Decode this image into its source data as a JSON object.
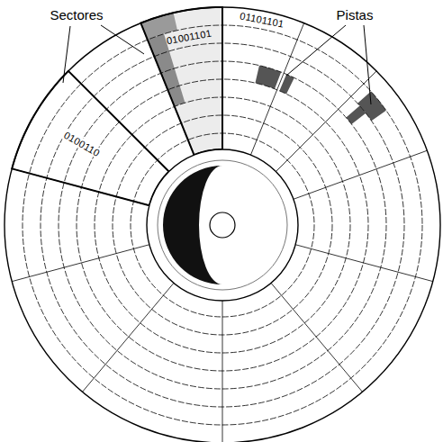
{
  "diagram": {
    "labels": [
      "Sectores",
      "Pistas",
      "01001101",
      "01101101",
      "0100110"
    ]
  }
}
